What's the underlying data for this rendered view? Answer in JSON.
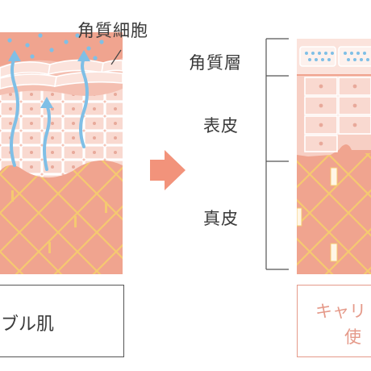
{
  "labels": {
    "corneocyte": "角質細胞",
    "stratum_corneum": "角質層",
    "epidermis": "表皮",
    "dermis": "真皮"
  },
  "captions": {
    "left": "ブル肌",
    "right_line1": "キャリ",
    "right_line2": "使"
  },
  "colors": {
    "dermis": "#f0a48f",
    "epidermis": "#f7cfc4",
    "cell_border": "#ffffff",
    "corneum": "#fbe3dc",
    "fiber": "#f5c970",
    "moisture": "#7fbfe6",
    "arrow": "#f2937b",
    "bracket": "#555555",
    "caption_right": "#e59a8a",
    "box_border": "#555555"
  },
  "icons": {
    "moisture": "upward-wavy-arrow-icon",
    "transition": "right-arrow-icon"
  }
}
